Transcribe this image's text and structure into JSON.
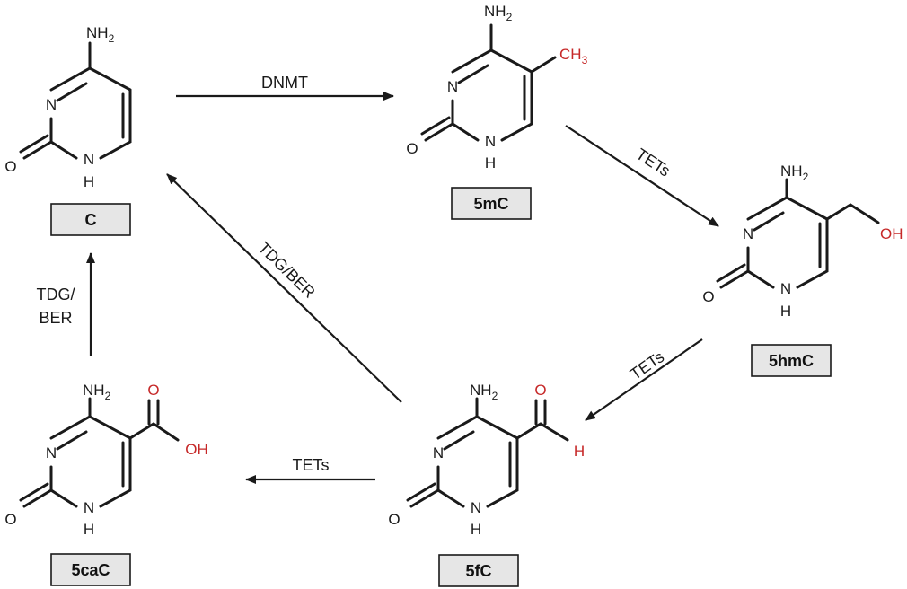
{
  "molecules": {
    "c": {
      "label": "C"
    },
    "m5c": {
      "label": "5mC",
      "substituent": "CH",
      "substituent_sub": "3"
    },
    "hm5c": {
      "label": "5hmC",
      "substituent": "OH"
    },
    "f5c": {
      "label": "5fC",
      "oxygen": "O",
      "hydrogen": "H"
    },
    "ca5c": {
      "label": "5caC",
      "oxygen": "O",
      "hydroxyl": "OH"
    }
  },
  "atoms": {
    "amino": "NH",
    "amino_sub": "2",
    "ring_n": "N",
    "ring_nh": "N",
    "ring_nh_h": "H",
    "carbonyl_o": "O"
  },
  "enzymes": {
    "c_to_5mc": "DNMT",
    "m5c_to_5hmc": "TETs",
    "hm5c_to_5fc": "TETs",
    "f5c_to_5cac": "TETs",
    "f5c_to_c": "TDG/BER",
    "ca5c_to_c_line1": "TDG/",
    "ca5c_to_c_line2": "BER"
  },
  "colors": {
    "highlight": "#c62828",
    "label_box": "#e6e6e6",
    "ink": "#1a1a1a"
  }
}
